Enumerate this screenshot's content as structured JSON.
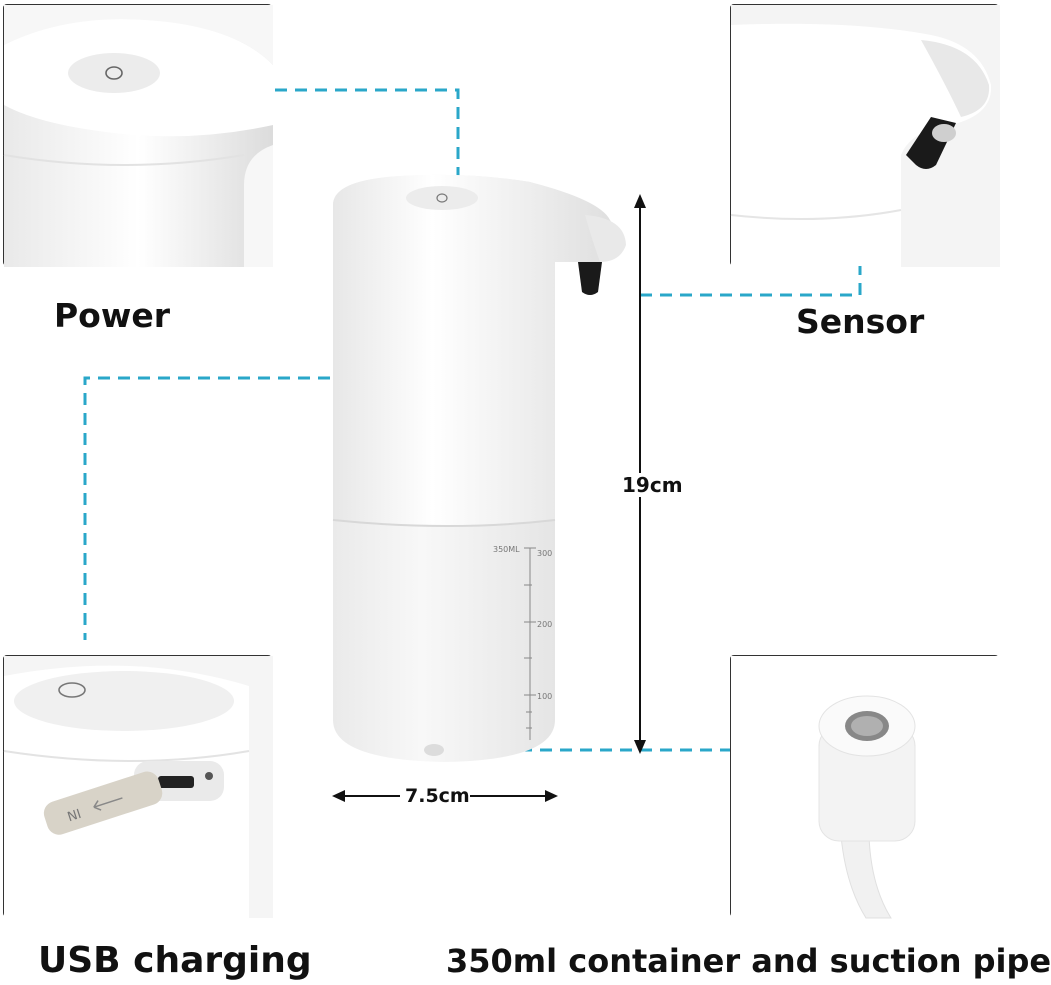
{
  "labels": {
    "power": "Power",
    "sensor": "Sensor",
    "usb": "USB charging",
    "container": "350ml container and suction pipe"
  },
  "dimensions": {
    "height": "19cm",
    "width": "7.5cm"
  },
  "scale": {
    "capacity": "350ML",
    "ticks": [
      "300",
      "200",
      "100"
    ]
  },
  "usb_plug_text": "NI",
  "colors": {
    "leader_line": "#2aa7c9",
    "body": "#f2f2f2",
    "frame": "#333333"
  }
}
